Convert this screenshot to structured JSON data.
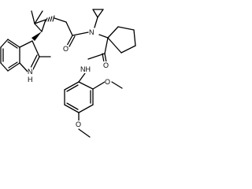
{
  "labels": {
    "n_amide": "N",
    "o_amide": "O",
    "o_carboxamide": "O",
    "nh_indole": "N",
    "h_indole": "H",
    "nh_anilide": "NH",
    "o_methoxy_2": "O",
    "o_methoxy_4": "O"
  }
}
